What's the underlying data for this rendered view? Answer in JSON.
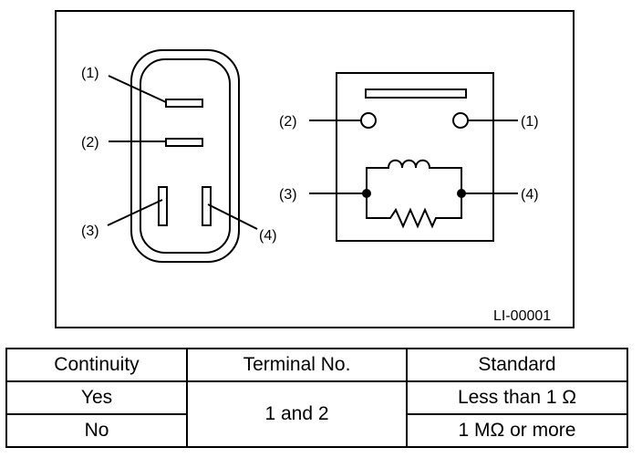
{
  "figure": {
    "id": "LI-00001",
    "connector_labels": [
      "(1)",
      "(2)",
      "(3)",
      "(4)"
    ],
    "relay_labels": [
      "(2)",
      "(1)",
      "(3)",
      "(4)"
    ]
  },
  "table": {
    "headers": [
      "Continuity",
      "Terminal No.",
      "Standard"
    ],
    "rows": [
      {
        "continuity": "Yes",
        "terminal": "1 and 2",
        "standard": "Less than 1 Ω"
      },
      {
        "continuity": "No",
        "terminal": "1 and 2",
        "standard": "1 MΩ or more"
      }
    ]
  }
}
